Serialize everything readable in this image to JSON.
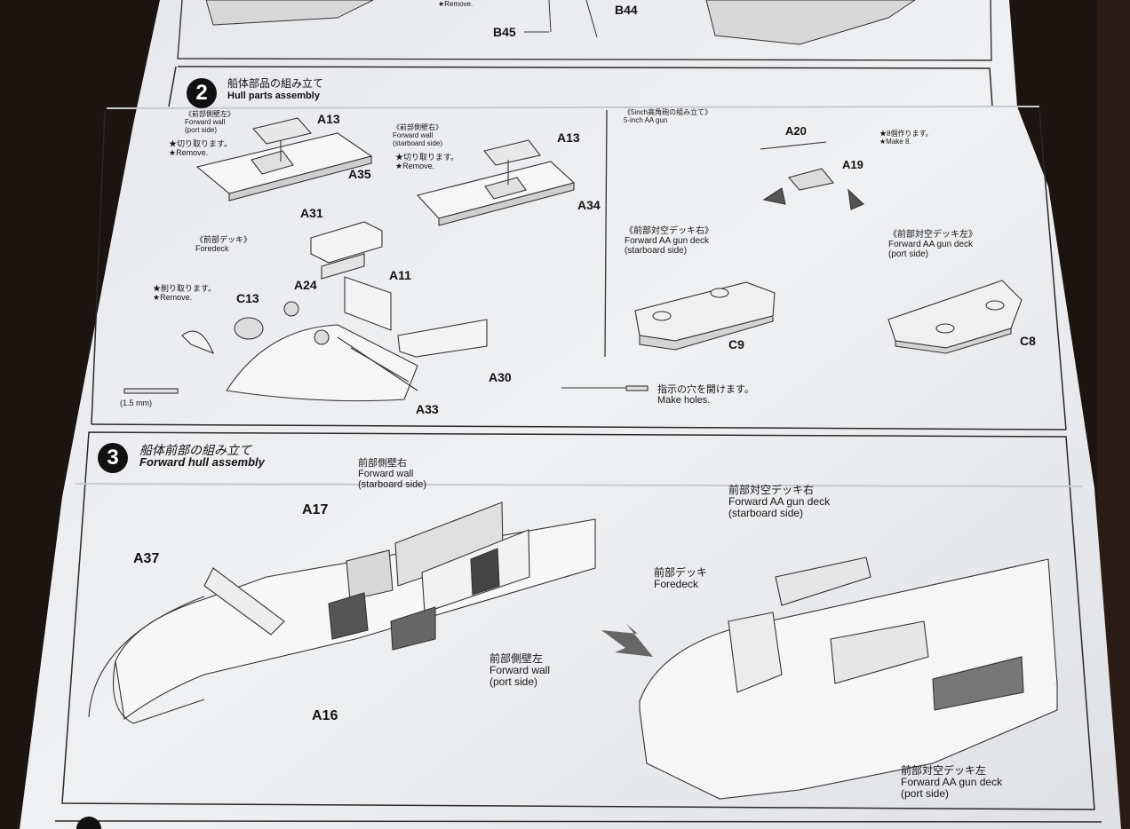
{
  "step1_partial": {
    "remove_note": "★Remove.",
    "parts": [
      "B44",
      "B45"
    ]
  },
  "step2": {
    "number": "2",
    "title_jp": "船体部品の組み立て",
    "title_en": "Hull parts assembly",
    "port_wall": {
      "jp": "《前部側壁左》",
      "en1": "Forward wall",
      "en2": "(port side)"
    },
    "starboard_wall": {
      "jp": "《前部側壁右》",
      "en1": "Forward wall",
      "en2": "(starboard side)"
    },
    "cut_note_1": {
      "jp": "★切り取ります。",
      "en": "★Remove."
    },
    "cut_note_2": {
      "jp": "★切り取ります。",
      "en": "★Remove."
    },
    "shave_note": {
      "jp": "★削り取ります。",
      "en": "★Remove."
    },
    "foredeck": {
      "jp": "《前部デッキ》",
      "en": "Foredeck"
    },
    "aa_gun": {
      "jp": "《5inch高角砲の組み立て》",
      "en": "5-inch AA gun"
    },
    "make_note": {
      "jp": "★8個作ります。",
      "en": "★Make 8."
    },
    "aa_deck_starboard": {
      "jp": "《前部対空デッキ右》",
      "en1": "Forward AA gun deck",
      "en2": "(starboard side)"
    },
    "aa_deck_port": {
      "jp": "《前部対空デッキ左》",
      "en1": "Forward AA gun deck",
      "en2": "(port side)"
    },
    "drill_size": "(1.5 mm)",
    "holes_note": {
      "jp": "指示の穴を開けます。",
      "en": "Make holes."
    },
    "parts": {
      "a13_left": "A13",
      "a13_right": "A13",
      "a35": "A35",
      "a34": "A34",
      "a31": "A31",
      "a11": "A11",
      "a24": "A24",
      "c13": "C13",
      "a30": "A30",
      "a33": "A33",
      "a20": "A20",
      "a19": "A19",
      "c9": "C9",
      "c8": "C8"
    }
  },
  "step3": {
    "number": "3",
    "title_jp": "船体前部の組み立て",
    "title_en": "Forward hull assembly",
    "fw_starboard": {
      "jp": "前部側壁右",
      "en1": "Forward wall",
      "en2": "(starboard side)"
    },
    "fw_port": {
      "jp": "前部側壁左",
      "en1": "Forward wall",
      "en2": "(port side)"
    },
    "aa_starboard": {
      "jp": "前部対空デッキ右",
      "en1": "Forward AA gun deck",
      "en2": "(starboard side)"
    },
    "aa_port": {
      "jp": "前部対空デッキ左",
      "en1": "Forward AA gun deck",
      "en2": "(port side)"
    },
    "foredeck": {
      "jp": "前部デッキ",
      "en": "Foredeck"
    },
    "parts": {
      "a17": "A17",
      "a37": "A37",
      "a16": "A16"
    }
  },
  "colors": {
    "paper": "#eceef0",
    "paper_shade": "#dcdee2",
    "background": "#1b1410",
    "ink": "#151515"
  }
}
